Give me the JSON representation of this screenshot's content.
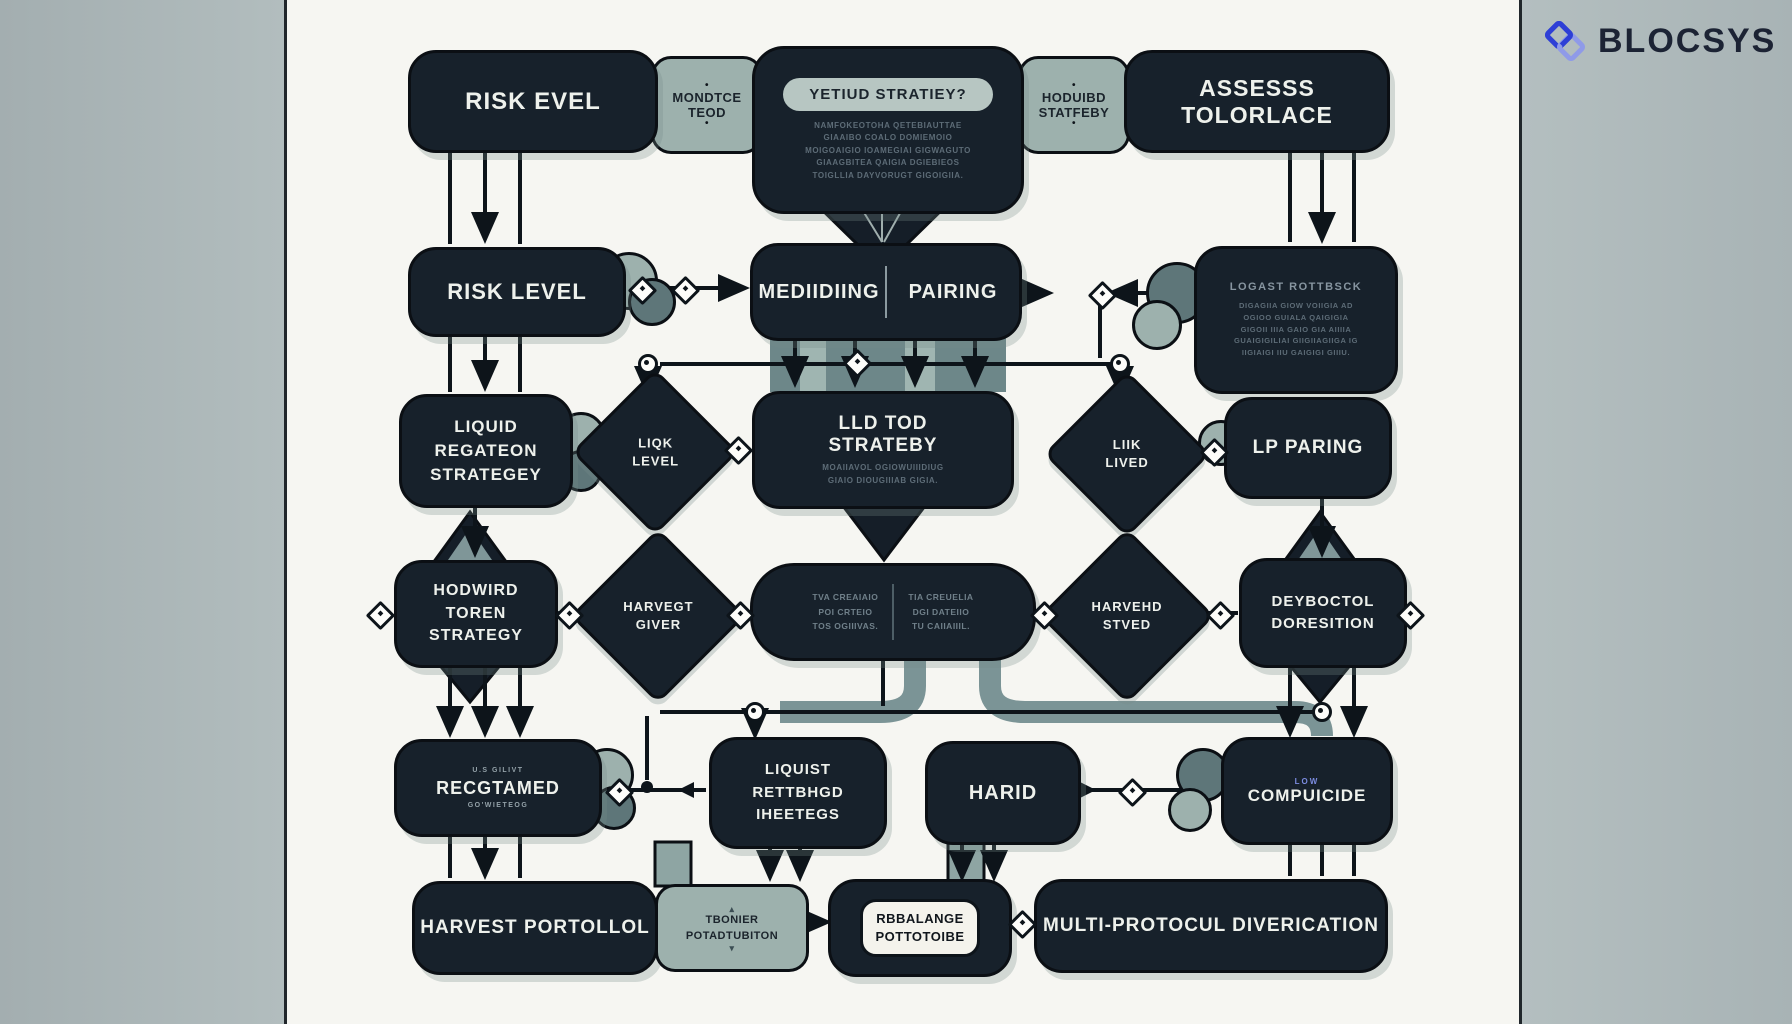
{
  "brand": {
    "name": "BLOCSYS"
  },
  "colors": {
    "accent_blue": "#2e3fd6",
    "node_dark": "#17212b",
    "node_sage": "#9db1ad",
    "pipe_sage": "#7b9496",
    "band": "#aeb9ba",
    "page": "#f6f6f2"
  },
  "row1": {
    "risk_evel": "RISK EVEL",
    "mondtce": {
      "l1": "MONDTCE",
      "l2": "TEOD"
    },
    "yetiud": {
      "title": "YETIUD STRATIEY?",
      "body": {
        "l1": "NAMFOKEOTOHA QETEBIAUTTAE",
        "l2": "GIAAIBO COALO DOMIEMOIO",
        "l3": "MOIGOAIGIO IOAMEGIAI GIGWAGUTO",
        "l4": "GIAAGBITEA QAIGIA DGIEBIEOS",
        "l5": "TOIGLLIA DAYVORUGT GIGOIGIIA."
      }
    },
    "hoduibd": {
      "l1": "HODUIBD",
      "l2": "STATFEBY"
    },
    "assesss": "ASSESSS TOLORLACE"
  },
  "row2": {
    "risk_level": "RISK LEVEL",
    "mediiding": "MEDIIDIING",
    "pairing": "PAIRING",
    "logast": {
      "title": "LOGAST ROTTBSCK",
      "body": {
        "l1": "DIGAGIIA GIOW VOIIGIA AD",
        "l2": "OGIOO GUIALA QAIGIGIA",
        "l3": "GIGOII IIIA GAIO GIA AIIIIA",
        "l4": "GUAIGIGILIAI GIIGIIAGIIGA IG",
        "l5": "IIGIAIGI IIU GAIGIGI GIIIU."
      }
    }
  },
  "row3": {
    "liquid": {
      "l1": "LIQUID",
      "l2": "REGATEON",
      "l3": "STRATEGEY"
    },
    "liqk": {
      "l1": "LIQK",
      "l2": "LEVEL"
    },
    "lld": {
      "t1": "LLD TOD",
      "t2": "STRATEBY",
      "s1": "MOAIIAVOL OGIOWUIIIDIUG",
      "s2": "GIAIO DIOUGIIIAB GIGIA."
    },
    "liik": {
      "l1": "LIIK",
      "l2": "LIVED"
    },
    "lp": "LP PARING"
  },
  "row4": {
    "hodwird": {
      "l1": "HODWIRD",
      "l2": "TOREN",
      "l3": "STRATEGY"
    },
    "harvegt": {
      "l1": "HARVEGT",
      "l2": "GIVER"
    },
    "pill_left": {
      "l1": "TVA CREAIAIO",
      "l2": "POI CRTEIO",
      "l3": "TOS OGIIIVAS."
    },
    "pill_right": {
      "l1": "TIA CREUELIA",
      "l2": "DGI DATEIIO",
      "l3": "TU CAIIAIIIL."
    },
    "harvehd": {
      "l1": "HARVEHD",
      "l2": "STVED"
    },
    "deyboctol": {
      "l1": "DEYBOCTOL",
      "l2": "DORESITION"
    }
  },
  "row5": {
    "recgtamed": {
      "top": "U.S GILIVT",
      "label": "RECGTAMED",
      "bottom": "GO'WIETEOG"
    },
    "liquist": {
      "l1": "LIQUIST",
      "l2": "RETTBHGD",
      "l3": "IHEETEGS"
    },
    "harid": "HARID",
    "compuicide": {
      "top": "LOW",
      "label": "COMPUICIDE"
    }
  },
  "row6": {
    "harvest": "HARVEST PORTOLLOL",
    "tbonier": {
      "l1": "TBONIER",
      "l2": "POTADTUBITON"
    },
    "rebalance": {
      "l1": "RBBALANGE",
      "l2": "POTTOTOIBE"
    },
    "multi": "MULTI-PROTOCUL DIVERICATION"
  }
}
